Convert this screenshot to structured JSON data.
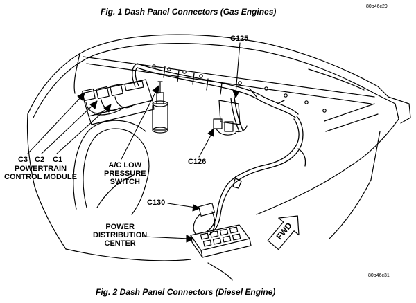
{
  "figures": {
    "fig1_title": "Fig. 1 Dash Panel Connectors (Gas Engines)",
    "fig1_code": "80b46c29",
    "fig2_title": "Fig. 2 Dash Panel Connectors (Diesel Engine)",
    "fig2_code": "80b46c31"
  },
  "labels": {
    "c125": "C125",
    "c126": "C126",
    "c130": "C130",
    "c3": "C3",
    "c2": "C2",
    "c1": "C1",
    "pcm_line1": "POWERTRAIN",
    "pcm_line2": "CONTROL MODULE",
    "ac_line1": "A/C LOW",
    "ac_line2": "PRESSURE",
    "ac_line3": "SWITCH",
    "pdc_line1": "POWER",
    "pdc_line2": "DISTRIBUTION",
    "pdc_line3": "CENTER",
    "fwd": "FWD"
  }
}
